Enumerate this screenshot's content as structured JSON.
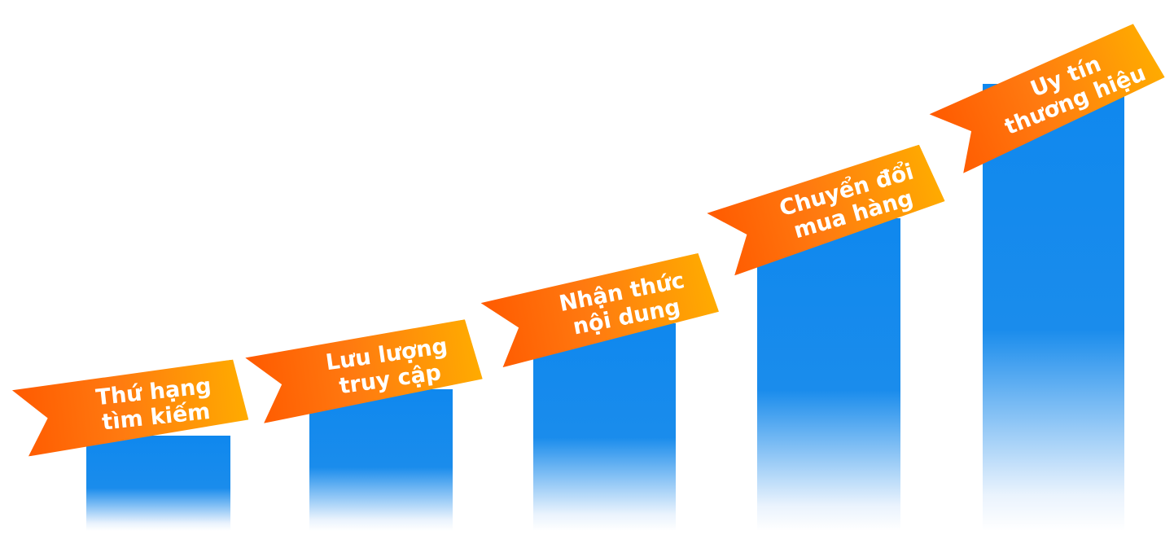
{
  "steps": [
    {
      "line1": "Thứ hạng",
      "line2": "tìm kiếm"
    },
    {
      "line1": "Lưu lượng",
      "line2": "truy cập"
    },
    {
      "line1": "Nhận thức",
      "line2": "nội dung"
    },
    {
      "line1": "Chuyển đổi",
      "line2": "mua hàng"
    },
    {
      "line1": "Uy tín",
      "line2": "thương hiệu"
    }
  ],
  "colors": {
    "bar": "#0f88ee",
    "ribbon_start": "#ff5a00",
    "ribbon_end": "#ffab00"
  }
}
